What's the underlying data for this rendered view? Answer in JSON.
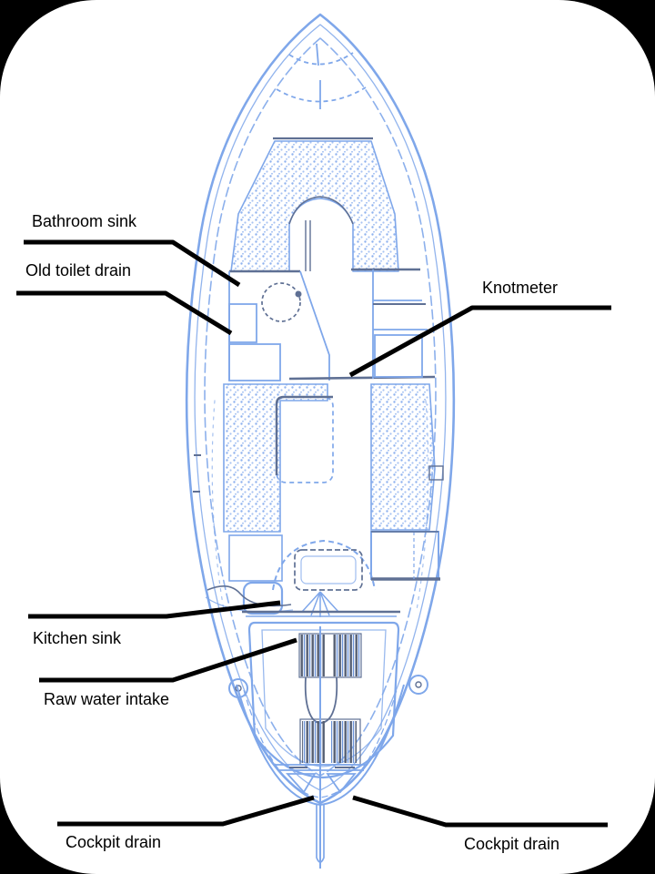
{
  "labels": {
    "bathroom_sink": "Bathroom sink",
    "old_toilet_drain": "Old toilet drain",
    "knotmeter": "Knotmeter",
    "kitchen_sink": "Kitchen sink",
    "raw_water_intake": "Raw water intake",
    "cockpit_drain_left": "Cockpit drain",
    "cockpit_drain_right": "Cockpit drain"
  },
  "colors": {
    "background": "#ffffff",
    "frame": "#000000",
    "blueprint_line": "#7fa7ea",
    "blueprint_soft": "#a9c4f2",
    "blueprint_accent": "#5f7094",
    "engine_dark": "#4a5468",
    "annotation": "#000000"
  }
}
